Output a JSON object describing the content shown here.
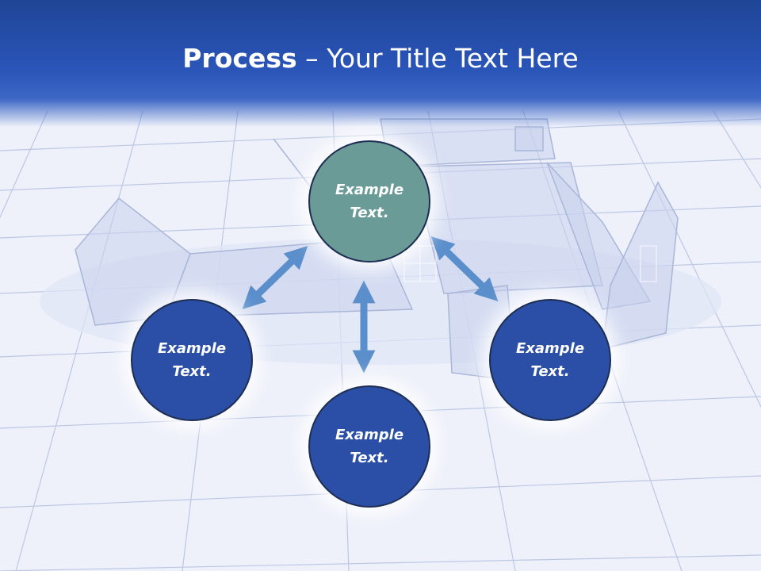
{
  "slide": {
    "title_bold": "Process",
    "title_rest": " – Your Title Text Here"
  },
  "nodes": {
    "top": {
      "line1": "Example",
      "line2": "Text."
    },
    "left": {
      "line1": "Example",
      "line2": "Text."
    },
    "right": {
      "line1": "Example",
      "line2": "Text."
    },
    "bottom": {
      "line1": "Example",
      "line2": "Text."
    }
  },
  "colors": {
    "header": "#2a55b8",
    "node_highlight": "#6a9b97",
    "node": "#2b4fa6",
    "arrow": "#5b8fcb",
    "grid": "#b8c4e2"
  }
}
